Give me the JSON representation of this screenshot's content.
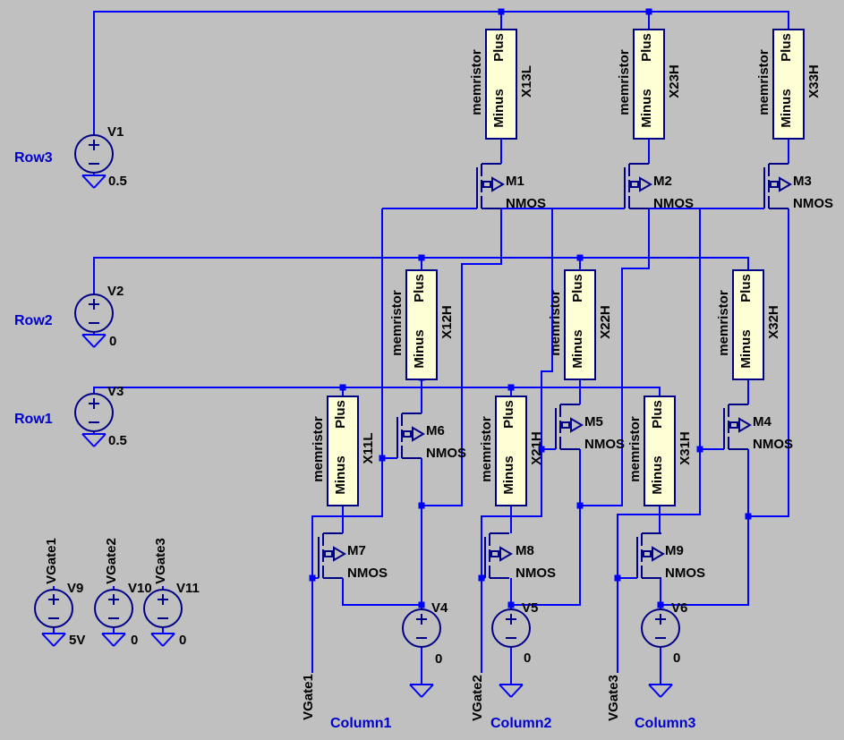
{
  "canvas": {
    "background": "#c0c0c0",
    "wire_color": "#0000ff",
    "component_body_color": "#000087",
    "memristor_fill": "#ffffd6",
    "text_color": "#000000",
    "comment_label_color": "#0000cd"
  },
  "net_labels": {
    "row3": "Row3",
    "row2": "Row2",
    "row1": "Row1",
    "column1": "Column1",
    "column2": "Column2",
    "column3": "Column3",
    "vgate1": "VGate1",
    "vgate2": "VGate2",
    "vgate3": "VGate3"
  },
  "memristor_labels": {
    "type": "memristor",
    "plus": "Plus",
    "minus": "Minus"
  },
  "memristors": {
    "x13l": {
      "name": "X13L"
    },
    "x23h": {
      "name": "X23H"
    },
    "x33h": {
      "name": "X33H"
    },
    "x12h": {
      "name": "X12H"
    },
    "x22h": {
      "name": "X22H"
    },
    "x32h": {
      "name": "X32H"
    },
    "x11l": {
      "name": "X11L"
    },
    "x21h": {
      "name": "X21H"
    },
    "x31h": {
      "name": "X31H"
    }
  },
  "transistors": {
    "m1": {
      "name": "M1",
      "model": "NMOS"
    },
    "m2": {
      "name": "M2",
      "model": "NMOS"
    },
    "m3": {
      "name": "M3",
      "model": "NMOS"
    },
    "m4": {
      "name": "M4",
      "model": "NMOS"
    },
    "m5": {
      "name": "M5",
      "model": "NMOS"
    },
    "m6": {
      "name": "M6",
      "model": "NMOS"
    },
    "m7": {
      "name": "M7",
      "model": "NMOS"
    },
    "m8": {
      "name": "M8",
      "model": "NMOS"
    },
    "m9": {
      "name": "M9",
      "model": "NMOS"
    }
  },
  "sources": {
    "v1": {
      "name": "V1",
      "value": "0.5"
    },
    "v2": {
      "name": "V2",
      "value": "0"
    },
    "v3": {
      "name": "V3",
      "value": "0.5"
    },
    "v4": {
      "name": "V4",
      "value": "0"
    },
    "v5": {
      "name": "V5",
      "value": "0"
    },
    "v6": {
      "name": "V6",
      "value": "0"
    },
    "v9": {
      "name": "V9",
      "value": "5V"
    },
    "v10": {
      "name": "V10",
      "value": "0"
    },
    "v11": {
      "name": "V11",
      "value": "0"
    }
  }
}
